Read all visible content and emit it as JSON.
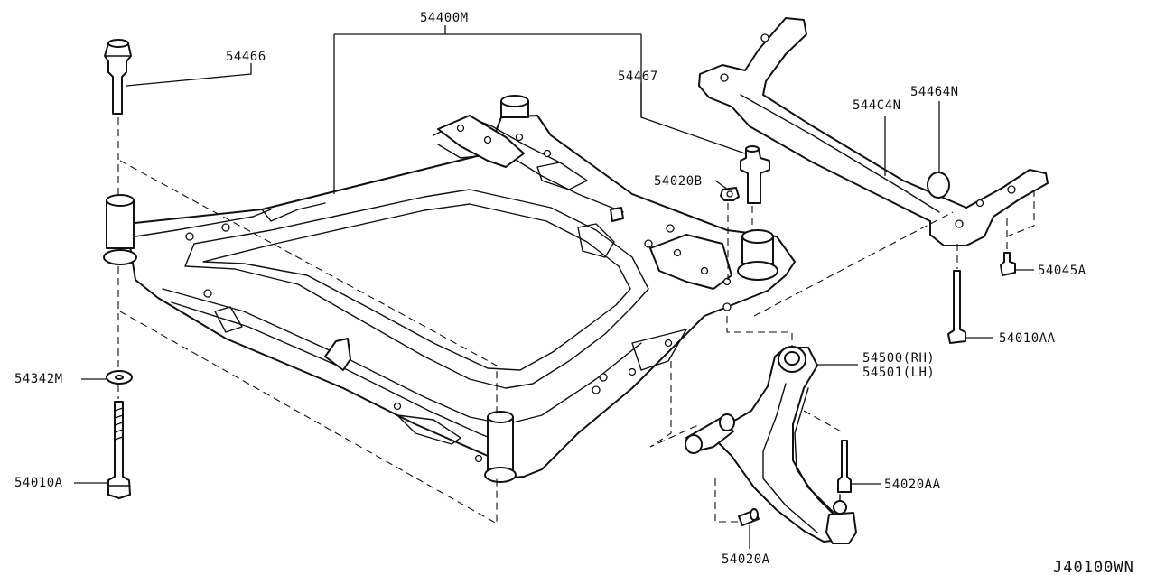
{
  "parts": [
    {
      "id": "p54400M",
      "label": "54400M"
    },
    {
      "id": "p54466",
      "label": "54466"
    },
    {
      "id": "p54467",
      "label": "54467"
    },
    {
      "id": "p54464N",
      "label": "54464N"
    },
    {
      "id": "p544C4N",
      "label": "544C4N"
    },
    {
      "id": "p54020B",
      "label": "54020B"
    },
    {
      "id": "p54045A",
      "label": "54045A"
    },
    {
      "id": "p54010AA",
      "label": "54010AA"
    },
    {
      "id": "p54500RH",
      "label": "54500(RH)"
    },
    {
      "id": "p54501LH",
      "label": "54501(LH)"
    },
    {
      "id": "p54342M",
      "label": "54342M"
    },
    {
      "id": "p54010A",
      "label": "54010A"
    },
    {
      "id": "p54020AA",
      "label": "54020AA"
    },
    {
      "id": "p54020A",
      "label": "54020A"
    }
  ],
  "diagram_code": "J40100WN"
}
